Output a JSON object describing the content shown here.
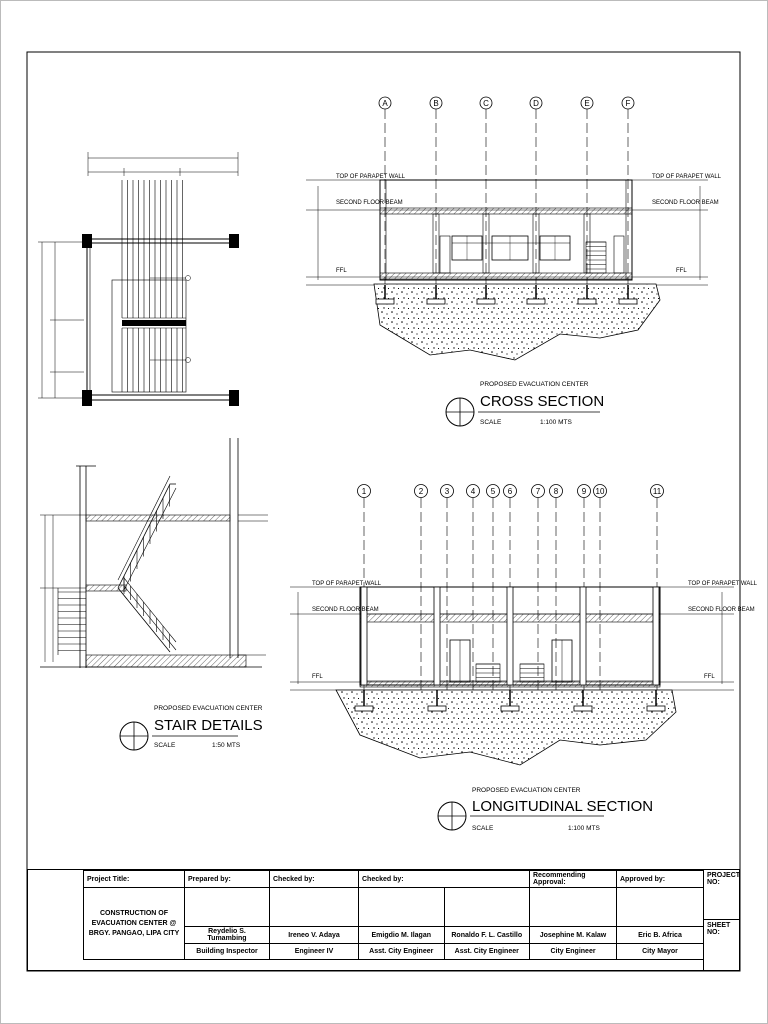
{
  "cross_section": {
    "grid": [
      "A",
      "B",
      "C",
      "D",
      "E",
      "F"
    ],
    "subtitle": "PROPOSED EVACUATION CENTER",
    "title": "CROSS SECTION",
    "scale_label": "SCALE",
    "scale_value": "1:100 MTS",
    "parapet_label": "TOP OF PARAPET WALL",
    "floor_beam_label": "SECOND FLOOR BEAM",
    "ffl_label": "FFL"
  },
  "longitudinal_section": {
    "grid": [
      "1",
      "2",
      "3",
      "4",
      "5",
      "6",
      "7",
      "8",
      "9",
      "10",
      "11"
    ],
    "subtitle": "PROPOSED EVACUATION CENTER",
    "title": "LONGITUDINAL SECTION",
    "scale_label": "SCALE",
    "scale_value": "1:100 MTS",
    "parapet_label": "TOP OF PARAPET WALL",
    "floor_beam_label": "SECOND FLOOR BEAM",
    "ffl_label": "FFL"
  },
  "stair_details": {
    "subtitle": "PROPOSED EVACUATION CENTER",
    "title": "STAIR DETAILS",
    "scale_label": "SCALE",
    "scale_value": "1:50 MTS"
  },
  "title_block": {
    "project_title_label": "Project Title:",
    "project_title": "CONSTRUCTION OF EVACUATION CENTER @ BRGY. PANGAO, LIPA CITY",
    "prepared_by_label": "Prepared by:",
    "checked_by_label_1": "Checked by:",
    "checked_by_label_2": "Checked by:",
    "recommending_label": "Recommending Approval:",
    "approved_label": "Approved by:",
    "project_no_label": "PROJECT NO:",
    "sheet_no_label": "SHEET NO:",
    "people": [
      {
        "name": "Reydelio S. Tumambing",
        "role": "Building Inspector"
      },
      {
        "name": "Ireneo V. Adaya",
        "role": "Engineer IV"
      },
      {
        "name": "Emigdio M. Ilagan",
        "role": "Asst. City Engineer"
      },
      {
        "name": "Ronaldo F. L. Castillo",
        "role": "Asst. City Engineer"
      },
      {
        "name": "Josephine M. Kalaw",
        "role": "City Engineer"
      },
      {
        "name": "Eric B. Africa",
        "role": "City Mayor"
      }
    ]
  }
}
